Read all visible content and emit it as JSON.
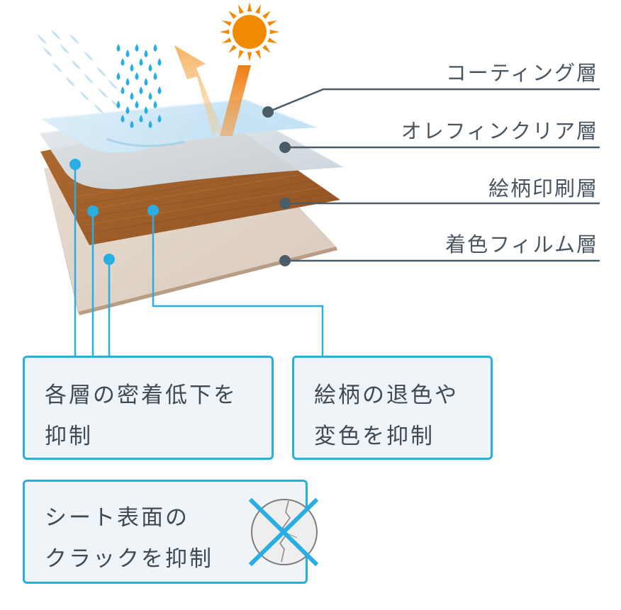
{
  "layers": {
    "coating": "コーティング層",
    "olefin_clear": "オレフィンクリア層",
    "pattern_print": "絵柄印刷層",
    "colored_film": "着色フィルム層"
  },
  "effects": {
    "adhesion": "各層の密着低下を\n抑制",
    "fading": "絵柄の退色や\n変色を抑制",
    "crack": "シート表面の\nクラックを抑制"
  },
  "icons": {
    "sun": "sun-icon",
    "rain": "rain-drops-icon",
    "wind_rain": "wind-rain-icon",
    "reflection": "reflection-arrow-icon",
    "crack": "crack-prohibited-icon"
  },
  "colors": {
    "accent": "#29aee3",
    "leader": "#4a5c68",
    "text": "#3f4a54",
    "sun": "#f08a00",
    "wood": "#a8662f",
    "film": "#e2d6cb",
    "box_fill": "#eef4f7"
  }
}
